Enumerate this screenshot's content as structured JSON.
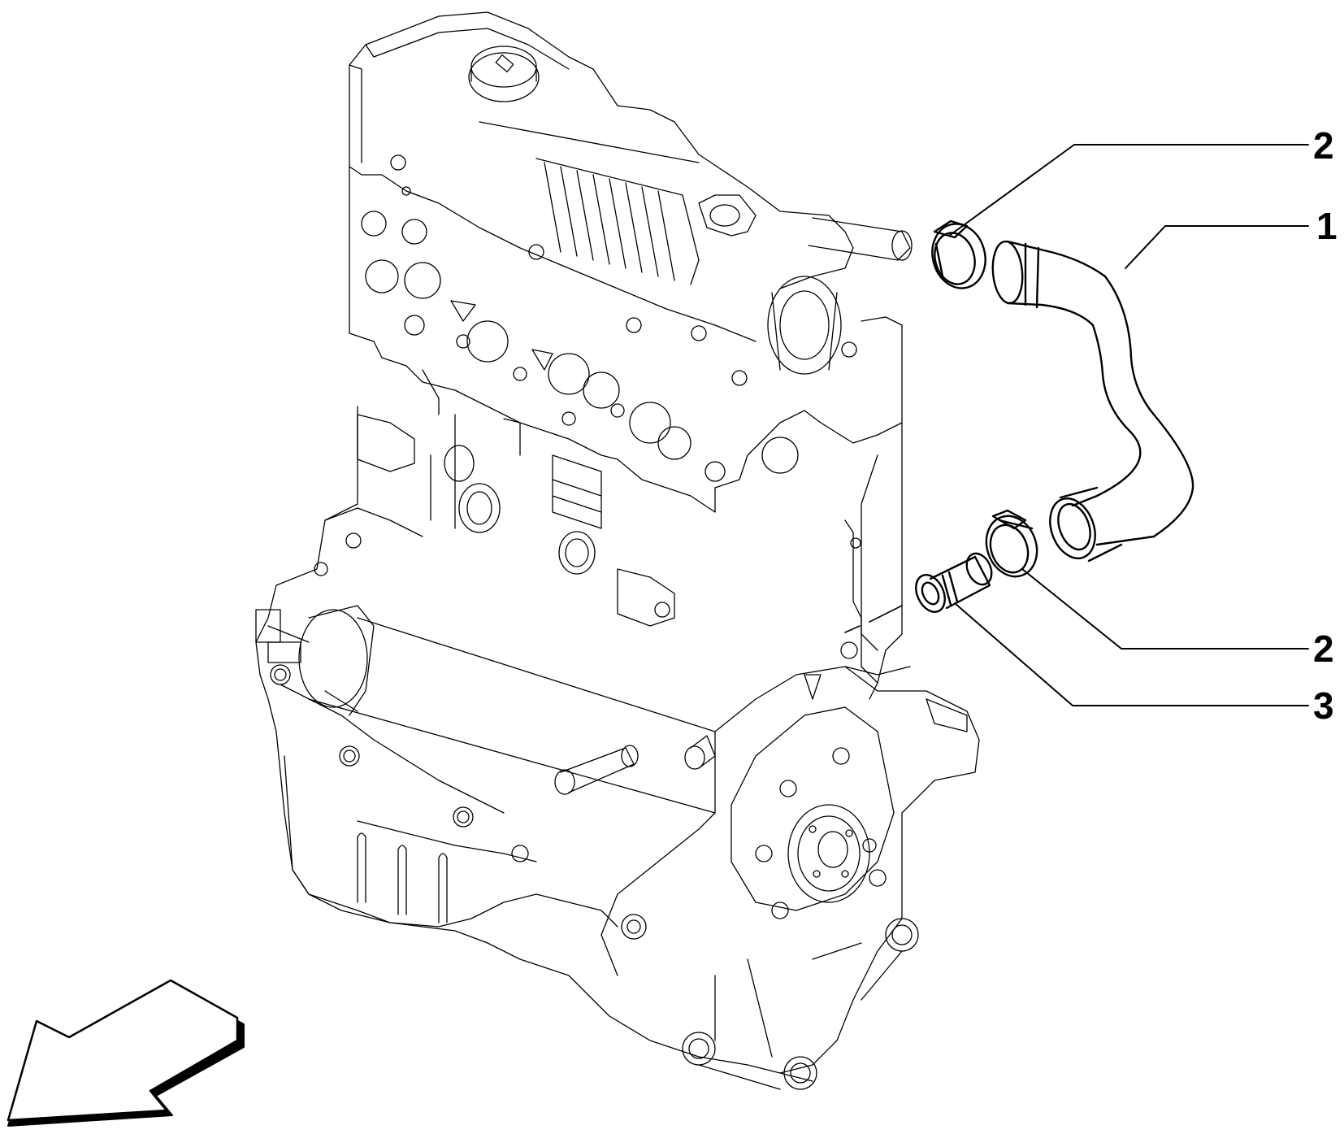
{
  "callouts": [
    {
      "id": "c2-top",
      "label": "2"
    },
    {
      "id": "c1",
      "label": "1"
    },
    {
      "id": "c2-bottom",
      "label": "2"
    },
    {
      "id": "c3",
      "label": "3"
    }
  ],
  "colors": {
    "line": "#000000",
    "background": "#ffffff"
  }
}
